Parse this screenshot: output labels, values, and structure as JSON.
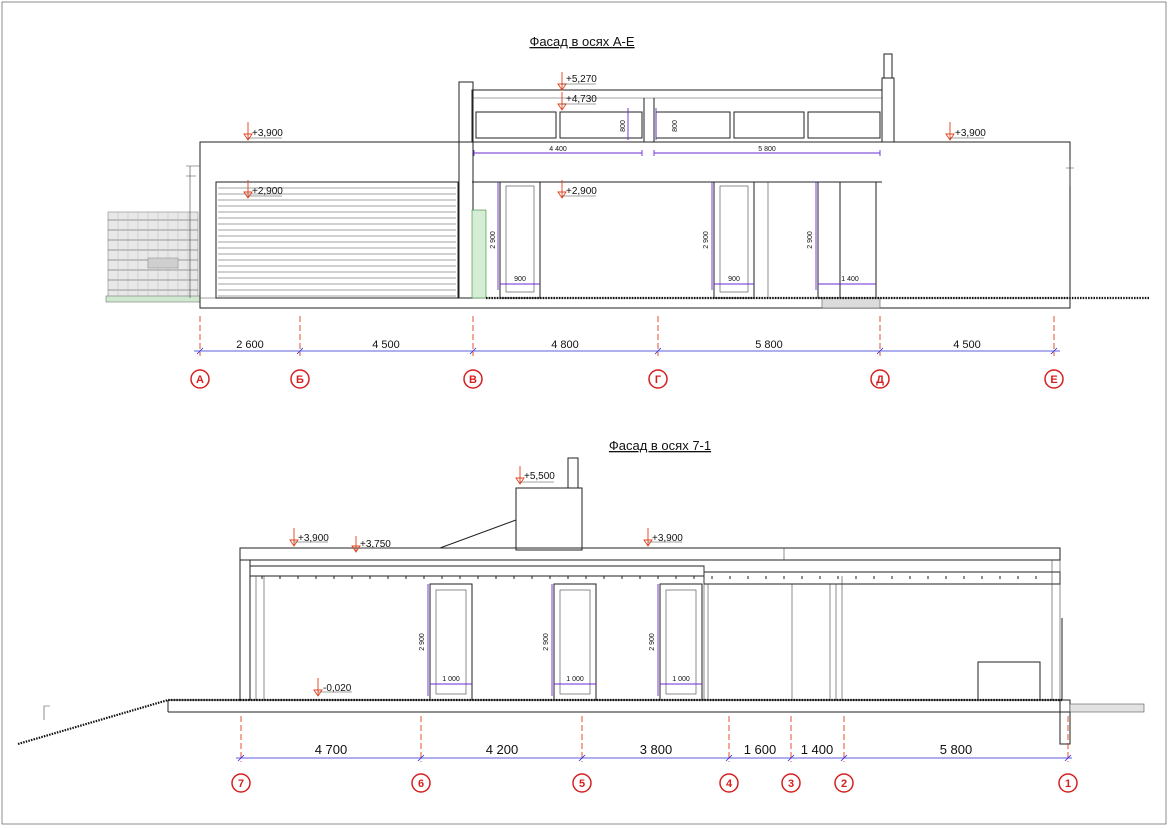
{
  "facade_top": {
    "title": "Фасад в осях А-Е",
    "levels": [
      "+5,270",
      "+4,730",
      "+3,900",
      "+3,900",
      "+2,900",
      "+2,900"
    ],
    "window_dims": [
      "800",
      "800",
      "4 400",
      "5 800",
      "2 900",
      "2 900",
      "2 900",
      "900",
      "900",
      "1 400"
    ],
    "dims": [
      "2 600",
      "4 500",
      "4 800",
      "5 800",
      "4 500"
    ],
    "axes": [
      "А",
      "Б",
      "В",
      "Г",
      "Д",
      "Е"
    ]
  },
  "facade_bottom": {
    "title": "Фасад в осях 7-1",
    "levels": [
      "+5,500",
      "+3,900",
      "+3,750",
      "+3,900",
      "-0,020"
    ],
    "window_dims": [
      "2 900",
      "2 900",
      "2 900",
      "1 000",
      "1 000",
      "1 000"
    ],
    "dims": [
      "4 700",
      "4 200",
      "3 800",
      "1 600",
      "1 400",
      "5 800"
    ],
    "axes": [
      "7",
      "6",
      "5",
      "4",
      "3",
      "2",
      "1"
    ]
  },
  "colors": {
    "axis_marker": "#d62020",
    "dimension_line": "#2a2ad8",
    "window_dimension": "#6b2bd1",
    "level_marker": "#e0401a",
    "outline": "#222222"
  }
}
